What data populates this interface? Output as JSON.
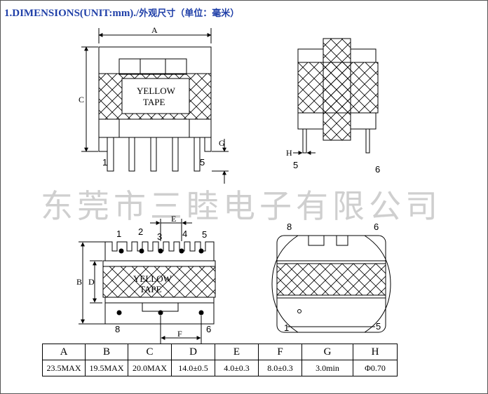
{
  "heading": {
    "main": "1.DIMENSIONS(UNIT:mm)./",
    "cn": "外观尺寸（单位：毫米）"
  },
  "watermark": "东莞市三睦电子有限公司",
  "labels": {
    "A": "A",
    "C": "C",
    "G": "G",
    "H": "H",
    "B": "B",
    "D": "D",
    "E": "E",
    "F": "F",
    "yellow": "YELLOW",
    "tape": "TAPE",
    "pin1": "1",
    "pin2": "2",
    "pin3": "3",
    "pin4": "4",
    "pin5": "5",
    "pin6": "6",
    "pin8": "8"
  },
  "table": {
    "headers": [
      "A",
      "B",
      "C",
      "D",
      "E",
      "F",
      "G",
      "H"
    ],
    "values": [
      "23.5MAX",
      "19.5MAX",
      "20.0MAX",
      "14.0±0.5",
      "4.0±0.3",
      "8.0±0.3",
      "3.0min",
      "Φ0.70"
    ]
  }
}
